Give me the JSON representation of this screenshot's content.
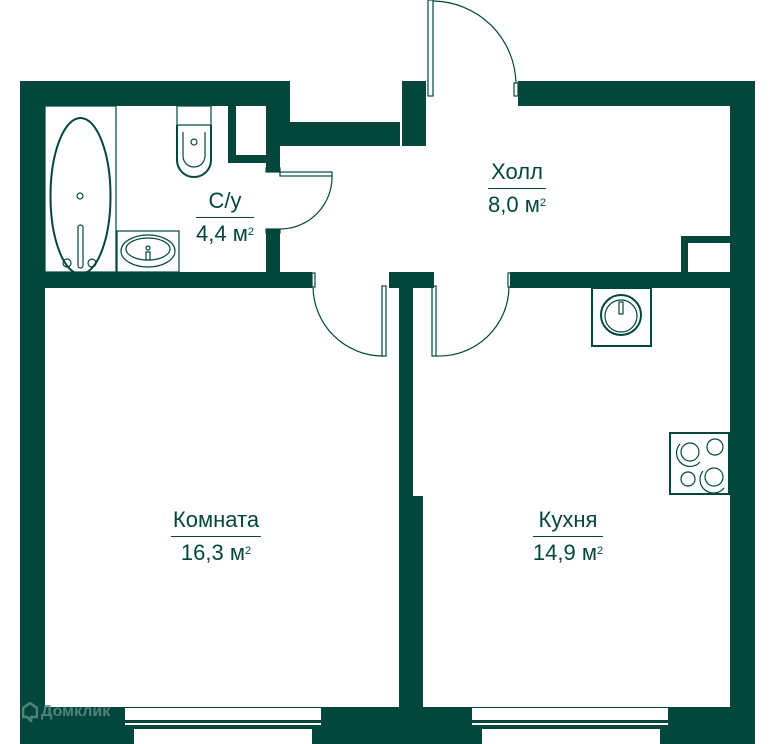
{
  "plan": {
    "type": "apartment-floor-plan",
    "wall_color": "#03473c",
    "background_color": "#ffffff",
    "rooms": [
      {
        "id": "bathroom",
        "name": "С/у",
        "area_value": "4,4",
        "area_unit": "м",
        "area_sup": "2"
      },
      {
        "id": "hall",
        "name": "Холл",
        "area_value": "8,0",
        "area_unit": "м",
        "area_sup": "2"
      },
      {
        "id": "room",
        "name": "Комната",
        "area_value": "16,3",
        "area_unit": "м",
        "area_sup": "2"
      },
      {
        "id": "kitchen",
        "name": "Кухня",
        "area_value": "14,9",
        "area_unit": "м",
        "area_sup": "2"
      }
    ],
    "fixtures": [
      "bathtub-icon",
      "toilet-icon",
      "bathroom-sink-icon",
      "kitchen-sink-icon",
      "stove-icon"
    ],
    "doors": [
      "entrance-door",
      "bathroom-door",
      "room-door",
      "kitchen-door"
    ],
    "windows": [
      "room-window",
      "kitchen-window"
    ]
  },
  "watermark": {
    "text": "Домклик",
    "icon": "domclick-logo-icon"
  }
}
